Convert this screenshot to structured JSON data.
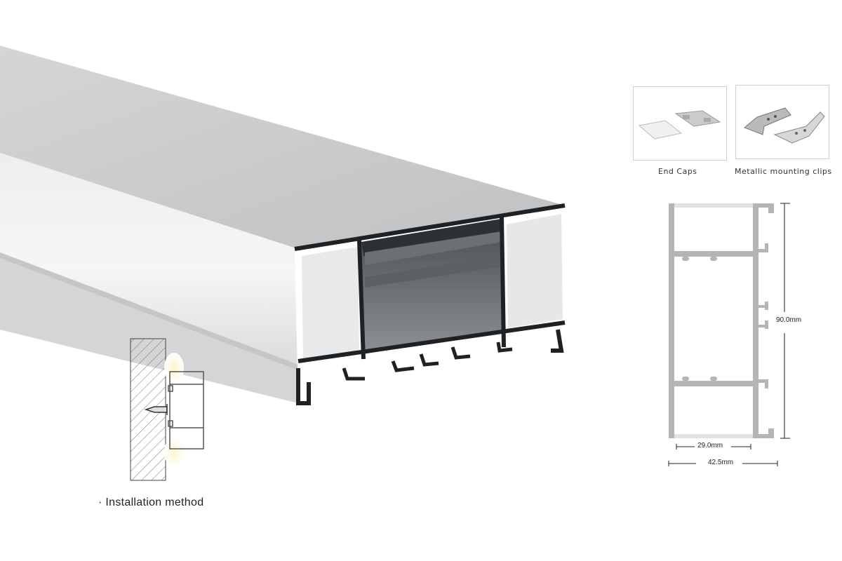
{
  "accessories": [
    {
      "label": "End Caps",
      "icon": "end-caps-image"
    },
    {
      "label": "Metallic mounting clips",
      "icon": "mounting-clips-image"
    }
  ],
  "dimensions": {
    "height": "90.0mm",
    "inner_width": "29.0mm",
    "outer_width": "42.5mm"
  },
  "installation": {
    "bullet": "·",
    "label": "Installation method"
  },
  "colors": {
    "aluminum_top": "#c9cbcd",
    "diffuser": "#f2f3f4",
    "profile_dark": "#2b2e30",
    "section_gray": "#b5b5b5"
  }
}
